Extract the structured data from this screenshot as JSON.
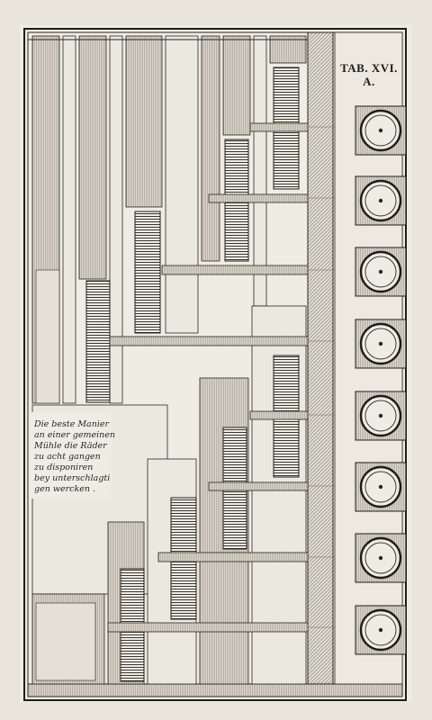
{
  "plate": {
    "title": "TAB. XVI.",
    "subtitle": "A.",
    "caption": [
      "Die beste Manier",
      "an einer gemeinen",
      "Mühle die Räder",
      "zu acht gangen",
      "zu disponiren",
      "bey unterschlagti",
      "gen wercken ."
    ]
  },
  "millstones": [
    {
      "name": "millstone-1"
    },
    {
      "name": "millstone-2"
    },
    {
      "name": "millstone-3"
    },
    {
      "name": "millstone-4"
    },
    {
      "name": "millstone-5"
    },
    {
      "name": "millstone-6"
    },
    {
      "name": "millstone-7"
    },
    {
      "name": "millstone-8"
    }
  ],
  "colors": {
    "paper": "#efece4",
    "ink": "#2a2622",
    "shade": "#9a958b",
    "frame": "#1f1c19"
  }
}
